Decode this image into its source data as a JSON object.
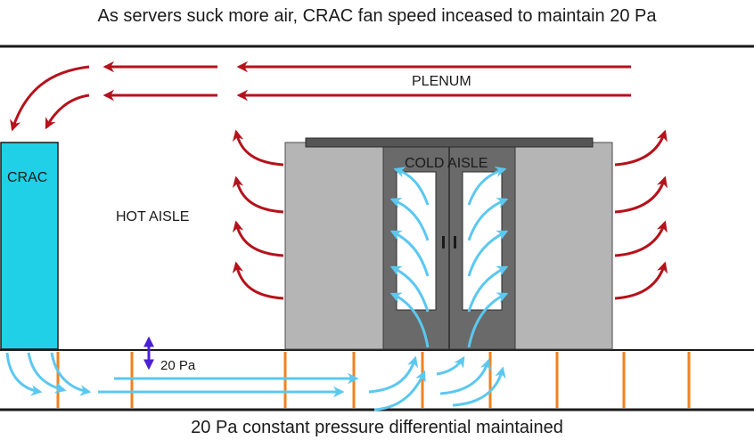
{
  "labels": {
    "title": "As servers suck more air, CRAC fan speed inceased to maintain 20 Pa",
    "plenum": "PLENUM",
    "crac": "CRAC",
    "hot_aisle": "HOT AISLE",
    "cold_aisle": "COLD AISLE",
    "pressure": "20 Pa",
    "footer": "20 Pa constant pressure differential maintained"
  },
  "colors": {
    "hot_air": "#b5121b",
    "cold_air": "#5bc8f0",
    "crac_unit": "#1fd0e6",
    "rack": "#b5b5b5",
    "door": "#6a6a6a",
    "floor_tile_support": "#f0821e",
    "pressure_indicator": "#4b1fd6",
    "line": "#1a1a1a"
  }
}
